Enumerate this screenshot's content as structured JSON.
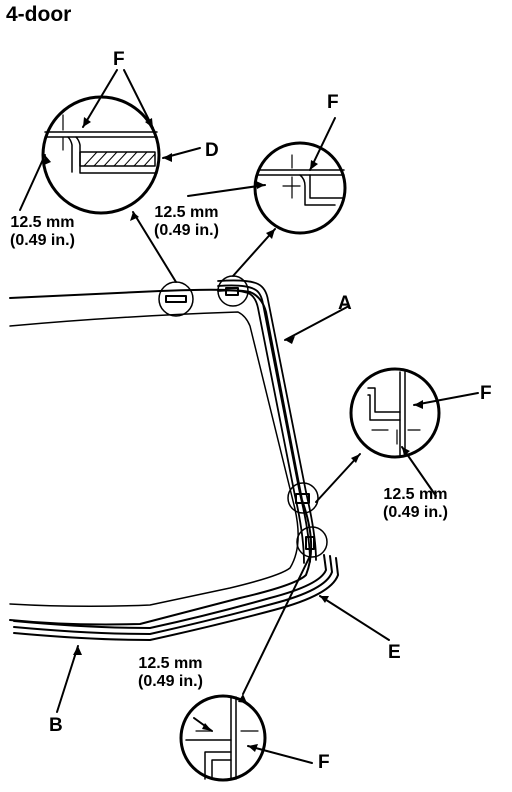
{
  "title": "4-door",
  "callouts": {
    "A": "A",
    "B": "B",
    "D": "D",
    "E": "E",
    "F": "F"
  },
  "measurement": {
    "metric": "12.5 mm",
    "imperial": "(0.49 in.)"
  }
}
